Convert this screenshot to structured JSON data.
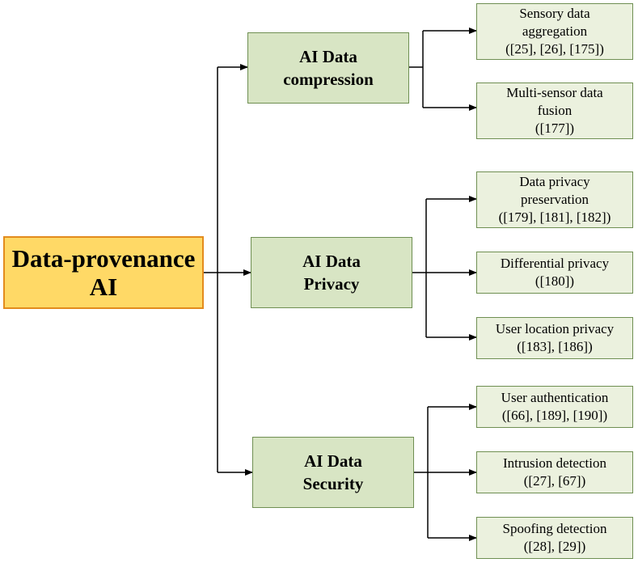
{
  "diagram": {
    "root": {
      "lines": [
        "Data-provenance",
        "AI"
      ]
    },
    "categories": [
      {
        "lines": [
          "AI Data",
          "compression"
        ],
        "children": [
          {
            "lines": [
              "Sensory data",
              "aggregation",
              "([25], [26], [175])"
            ]
          },
          {
            "lines": [
              "Multi-sensor data",
              "fusion",
              "([177])"
            ]
          }
        ]
      },
      {
        "lines": [
          "AI Data",
          "Privacy"
        ],
        "children": [
          {
            "lines": [
              "Data privacy",
              "preservation",
              "([179], [181], [182])"
            ]
          },
          {
            "lines": [
              "Differential privacy",
              "([180])"
            ]
          },
          {
            "lines": [
              "User location privacy",
              "([183], [186])"
            ]
          }
        ]
      },
      {
        "lines": [
          "AI Data",
          "Security"
        ],
        "children": [
          {
            "lines": [
              "User authentication",
              "([66], [189], [190])"
            ]
          },
          {
            "lines": [
              "Intrusion detection",
              "([27], [67])"
            ]
          },
          {
            "lines": [
              "Spoofing detection",
              "([28], [29])"
            ]
          }
        ]
      }
    ]
  },
  "colors": {
    "root_fill": "#ffd966",
    "root_border": "#e38b1d",
    "category_fill": "#d8e5c4",
    "leaf_fill": "#ebf1de",
    "node_border": "#6f8f52",
    "connector": "#000000"
  }
}
